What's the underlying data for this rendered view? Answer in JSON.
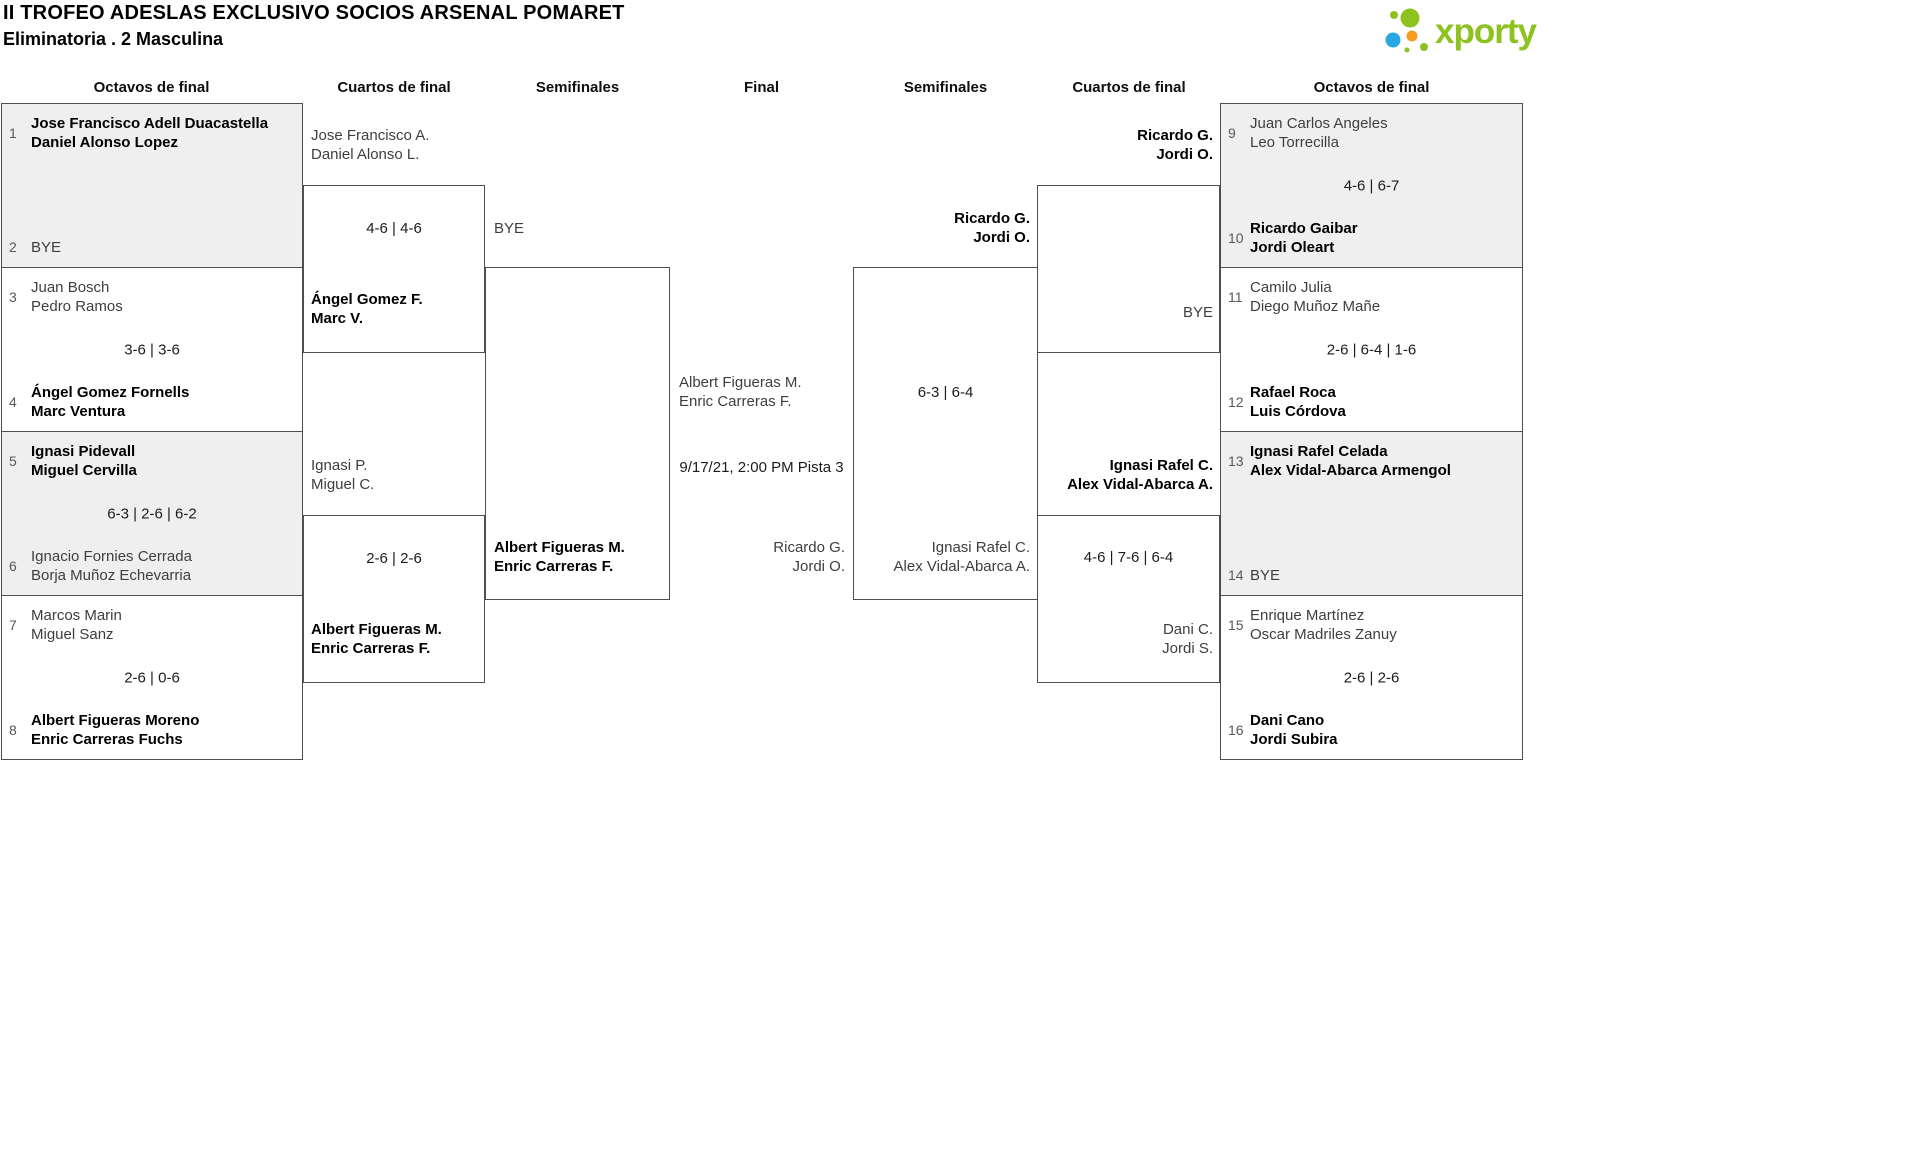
{
  "header": {
    "title": "II TROFEO ADESLAS EXCLUSIVO SOCIOS ARSENAL POMARET",
    "subtitle": "Eliminatoria . 2 Masculina",
    "logo_text": "xporty"
  },
  "colors": {
    "brand_green": "#8dc21f",
    "dot_blue": "#29a8e0",
    "dot_orange": "#f59c1d",
    "box_shade": "#efefef",
    "line": "#4f4f4f"
  },
  "rounds": [
    "Octavos de final",
    "Cuartos de final",
    "Semifinales",
    "Final",
    "Semifinales",
    "Cuartos de final",
    "Octavos de final"
  ],
  "left_octavos": [
    {
      "seed_top": "1",
      "top": [
        "Jose Francisco Adell Duacastella",
        "Daniel Alonso Lopez"
      ],
      "top_bold": true,
      "score": "",
      "seed_bottom": "2",
      "bottom": [
        "BYE"
      ],
      "bottom_bold": false
    },
    {
      "seed_top": "3",
      "top": [
        "Juan Bosch",
        "Pedro Ramos"
      ],
      "top_bold": false,
      "score": "3-6 | 3-6",
      "seed_bottom": "4",
      "bottom": [
        "Ángel Gomez Fornells",
        "Marc Ventura"
      ],
      "bottom_bold": true
    },
    {
      "seed_top": "5",
      "top": [
        "Ignasi Pidevall",
        "Miguel Cervilla"
      ],
      "top_bold": true,
      "score": "6-3 | 2-6 | 6-2",
      "seed_bottom": "6",
      "bottom": [
        "Ignacio Fornies Cerrada",
        "Borja Muñoz Echevarria"
      ],
      "bottom_bold": false
    },
    {
      "seed_top": "7",
      "top": [
        "Marcos Marin",
        "Miguel Sanz"
      ],
      "top_bold": false,
      "score": "2-6 | 0-6",
      "seed_bottom": "8",
      "bottom": [
        "Albert Figueras Moreno",
        "Enric Carreras Fuchs"
      ],
      "bottom_bold": true
    }
  ],
  "right_octavos": [
    {
      "seed_top": "9",
      "top": [
        "Juan Carlos Angeles",
        "Leo Torrecilla"
      ],
      "top_bold": false,
      "score": "4-6 | 6-7",
      "seed_bottom": "10",
      "bottom": [
        "Ricardo Gaibar",
        "Jordi Oleart"
      ],
      "bottom_bold": true
    },
    {
      "seed_top": "11",
      "top": [
        "Camilo Julia",
        "Diego Muñoz Mañe"
      ],
      "top_bold": false,
      "score": "2-6 | 6-4 | 1-6",
      "seed_bottom": "12",
      "bottom": [
        "Rafael Roca",
        "Luis Córdova"
      ],
      "bottom_bold": true
    },
    {
      "seed_top": "13",
      "top": [
        "Ignasi Rafel Celada",
        "Alex Vidal-Abarca Armengol"
      ],
      "top_bold": true,
      "score": "",
      "seed_bottom": "14",
      "bottom": [
        "BYE"
      ],
      "bottom_bold": false
    },
    {
      "seed_top": "15",
      "top": [
        "Enrique Martínez",
        "Oscar Madriles Zanuy"
      ],
      "top_bold": false,
      "score": "2-6 | 2-6",
      "seed_bottom": "16",
      "bottom": [
        "Dani Cano",
        "Jordi Subira"
      ],
      "bottom_bold": true
    }
  ],
  "left_quarters": [
    {
      "top": [
        "Jose Francisco A.",
        "Daniel Alonso L."
      ],
      "top_bold": false,
      "score": "4-6 | 4-6",
      "bottom": [
        "Ángel Gomez F.",
        "Marc V."
      ],
      "bottom_bold": true
    },
    {
      "top": [
        "Ignasi P.",
        "Miguel C."
      ],
      "top_bold": false,
      "score": "2-6 | 2-6",
      "bottom": [
        "Albert Figueras M.",
        "Enric Carreras F."
      ],
      "bottom_bold": true
    }
  ],
  "right_quarters": [
    {
      "top": [
        "Ricardo G.",
        "Jordi O."
      ],
      "top_bold": true,
      "score": "",
      "bottom": [
        "BYE"
      ],
      "bottom_bold": false
    },
    {
      "top": [
        "Ignasi Rafel C.",
        "Alex Vidal-Abarca A."
      ],
      "top_bold": true,
      "score": "4-6 | 7-6 | 6-4",
      "bottom": [
        "Dani C.",
        "Jordi S."
      ],
      "bottom_bold": false
    }
  ],
  "left_semifinal": {
    "top": [
      "BYE"
    ],
    "top_bold": false,
    "score": "",
    "bottom": [
      "Albert Figueras M.",
      "Enric Carreras F."
    ],
    "bottom_bold": true
  },
  "right_semifinal": {
    "top": [
      "Ricardo G.",
      "Jordi O."
    ],
    "top_bold": true,
    "score": "6-3 | 6-4",
    "bottom": [
      "Ignasi Rafel C.",
      "Alex Vidal-Abarca A."
    ],
    "bottom_bold": false
  },
  "final": {
    "top": [
      "Albert Figueras M.",
      "Enric Carreras F."
    ],
    "top_bold": false,
    "schedule": "9/17/21, 2:00 PM Pista 3",
    "bottom": [
      "Ricardo G.",
      "Jordi O."
    ],
    "bottom_bold": false
  }
}
